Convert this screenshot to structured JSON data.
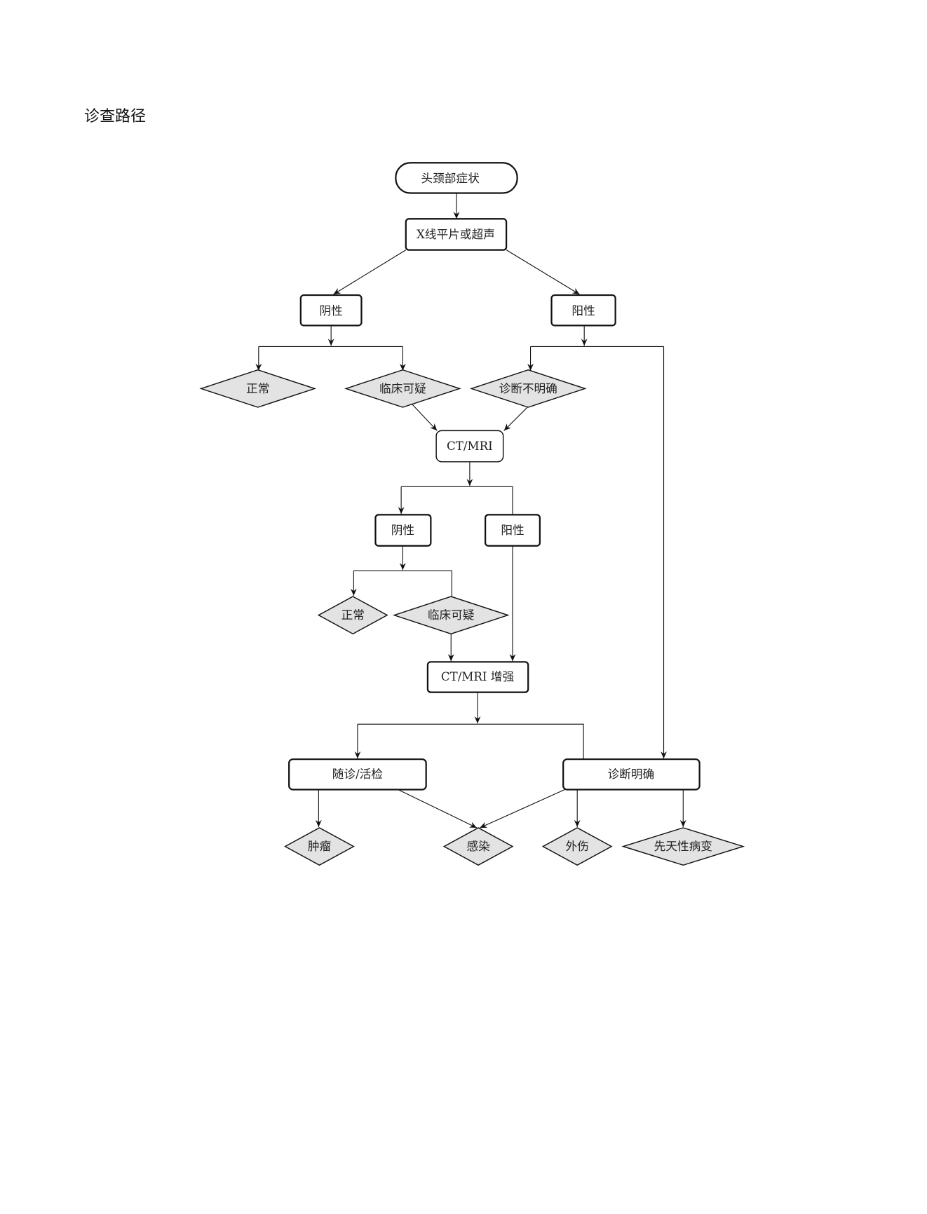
{
  "title": "诊查路径",
  "nodes": {
    "start": "头颈部症状",
    "xray": "X线平片或超声",
    "neg1": "阴性",
    "pos1": "阳性",
    "normal1": "正常",
    "suspect1": "临床可疑",
    "unclear": "诊断不明确",
    "ctmri": "CT/MRI",
    "neg2": "阴性",
    "pos2": "阳性",
    "normal2": "正常",
    "suspect2": "临床可疑",
    "ctmri_enh": "CT/MRI 增强",
    "followup": "随诊/活检",
    "confirmed": "诊断明确",
    "tumor": "肿瘤",
    "infection": "感染",
    "trauma": "外伤",
    "congenital": "先天性病变"
  }
}
